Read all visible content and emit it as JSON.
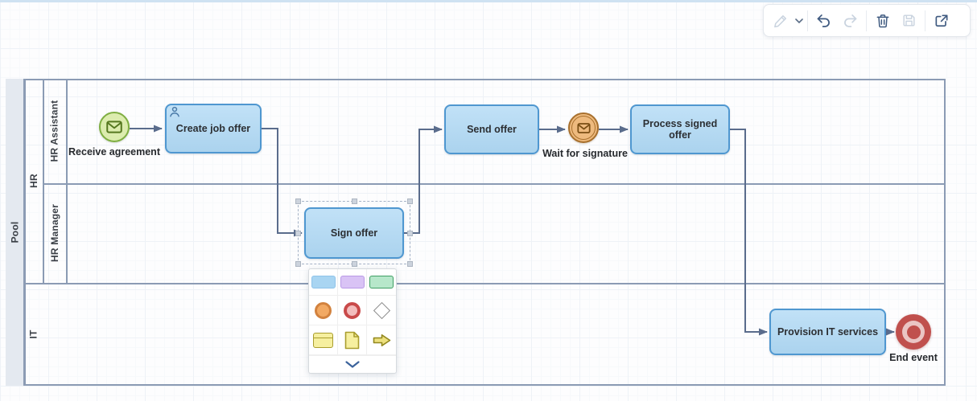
{
  "colors": {
    "task_fill": "#b5daf2",
    "task_border": "#4f97d0",
    "start_fill": "#dcecae",
    "start_border": "#7fae41",
    "start_icon": "#55771f",
    "intermediate_fill": "#eeba7e",
    "intermediate_border": "#a8702d",
    "intermediate_icon": "#7a4e14",
    "end_red": "#c0504d",
    "end_inner_ring": "#eac5c4",
    "flow": "#5a6c8c",
    "lane_border": "#8b9bb4",
    "pool_strip_fill": "#e4e9f0",
    "toolbar_icon_active": "#3f5a80",
    "toolbar_icon_disabled": "#c9d3df"
  },
  "toolbar": {
    "buttons": [
      {
        "name": "pencil-icon",
        "enabled": false
      },
      {
        "name": "caret-down-icon",
        "enabled": true
      },
      {
        "name": "undo-icon",
        "enabled": true
      },
      {
        "name": "redo-icon",
        "enabled": false
      },
      {
        "name": "trash-icon",
        "enabled": true
      },
      {
        "name": "save-icon",
        "enabled": false
      },
      {
        "name": "open-external-icon",
        "enabled": true
      }
    ]
  },
  "diagram": {
    "pool_label": "Pool",
    "lanes": {
      "hr": "HR",
      "hr_assistant": "HR Assistant",
      "hr_manager": "HR Manager",
      "it": "IT"
    },
    "nodes": {
      "start": {
        "type": "message-start-event",
        "label": "Receive agreement"
      },
      "create": {
        "type": "user-task",
        "label": "Create job offer"
      },
      "sign": {
        "type": "task",
        "selected": true,
        "label": "Sign offer"
      },
      "send": {
        "type": "task",
        "label": "Send offer"
      },
      "wait": {
        "type": "message-intermediate-event",
        "label": "Wait for signature"
      },
      "process": {
        "type": "task",
        "label": "Process signed offer"
      },
      "provision": {
        "type": "task",
        "label": "Provision IT services"
      },
      "end": {
        "type": "end-event",
        "label": "End event"
      }
    }
  },
  "palette": {
    "items": [
      {
        "name": "blue-task-swatch"
      },
      {
        "name": "purple-task-swatch"
      },
      {
        "name": "green-task-swatch"
      },
      {
        "name": "orange-event-swatch"
      },
      {
        "name": "red-event-swatch"
      },
      {
        "name": "gateway-diamond-swatch"
      },
      {
        "name": "yellow-container-swatch"
      },
      {
        "name": "yellow-document-swatch"
      },
      {
        "name": "yellow-arrow-swatch"
      }
    ],
    "more": {
      "name": "chevron-down-icon"
    }
  }
}
